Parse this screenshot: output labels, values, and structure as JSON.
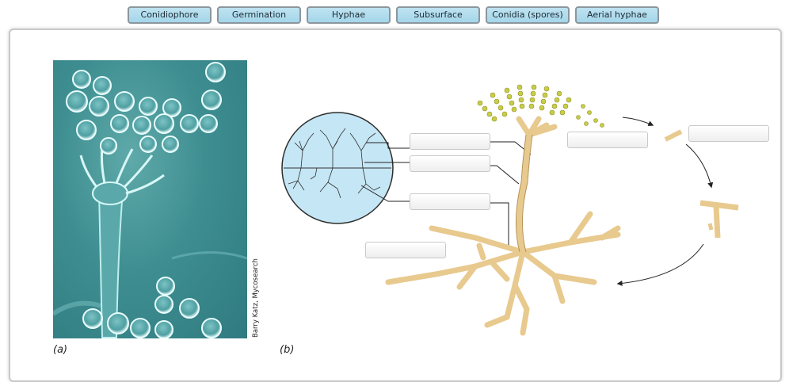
{
  "labels": [
    "Conidiophore",
    "Germination",
    "Hyphae",
    "Subsurface",
    "Conidia (spores)",
    "Aerial hyphae"
  ],
  "photo_credit": "Barry Katz, Mycosearch",
  "captions": {
    "a": "(a)",
    "b": "(b)"
  },
  "colors": {
    "button_fill": "#a4d6ea",
    "hyphae": "#e8c98e",
    "hyphae_outline": "#b39357",
    "spores": "#c8cc4a",
    "inset_circle": "#c5e6f5",
    "photo_bg": "#3e8e91"
  }
}
